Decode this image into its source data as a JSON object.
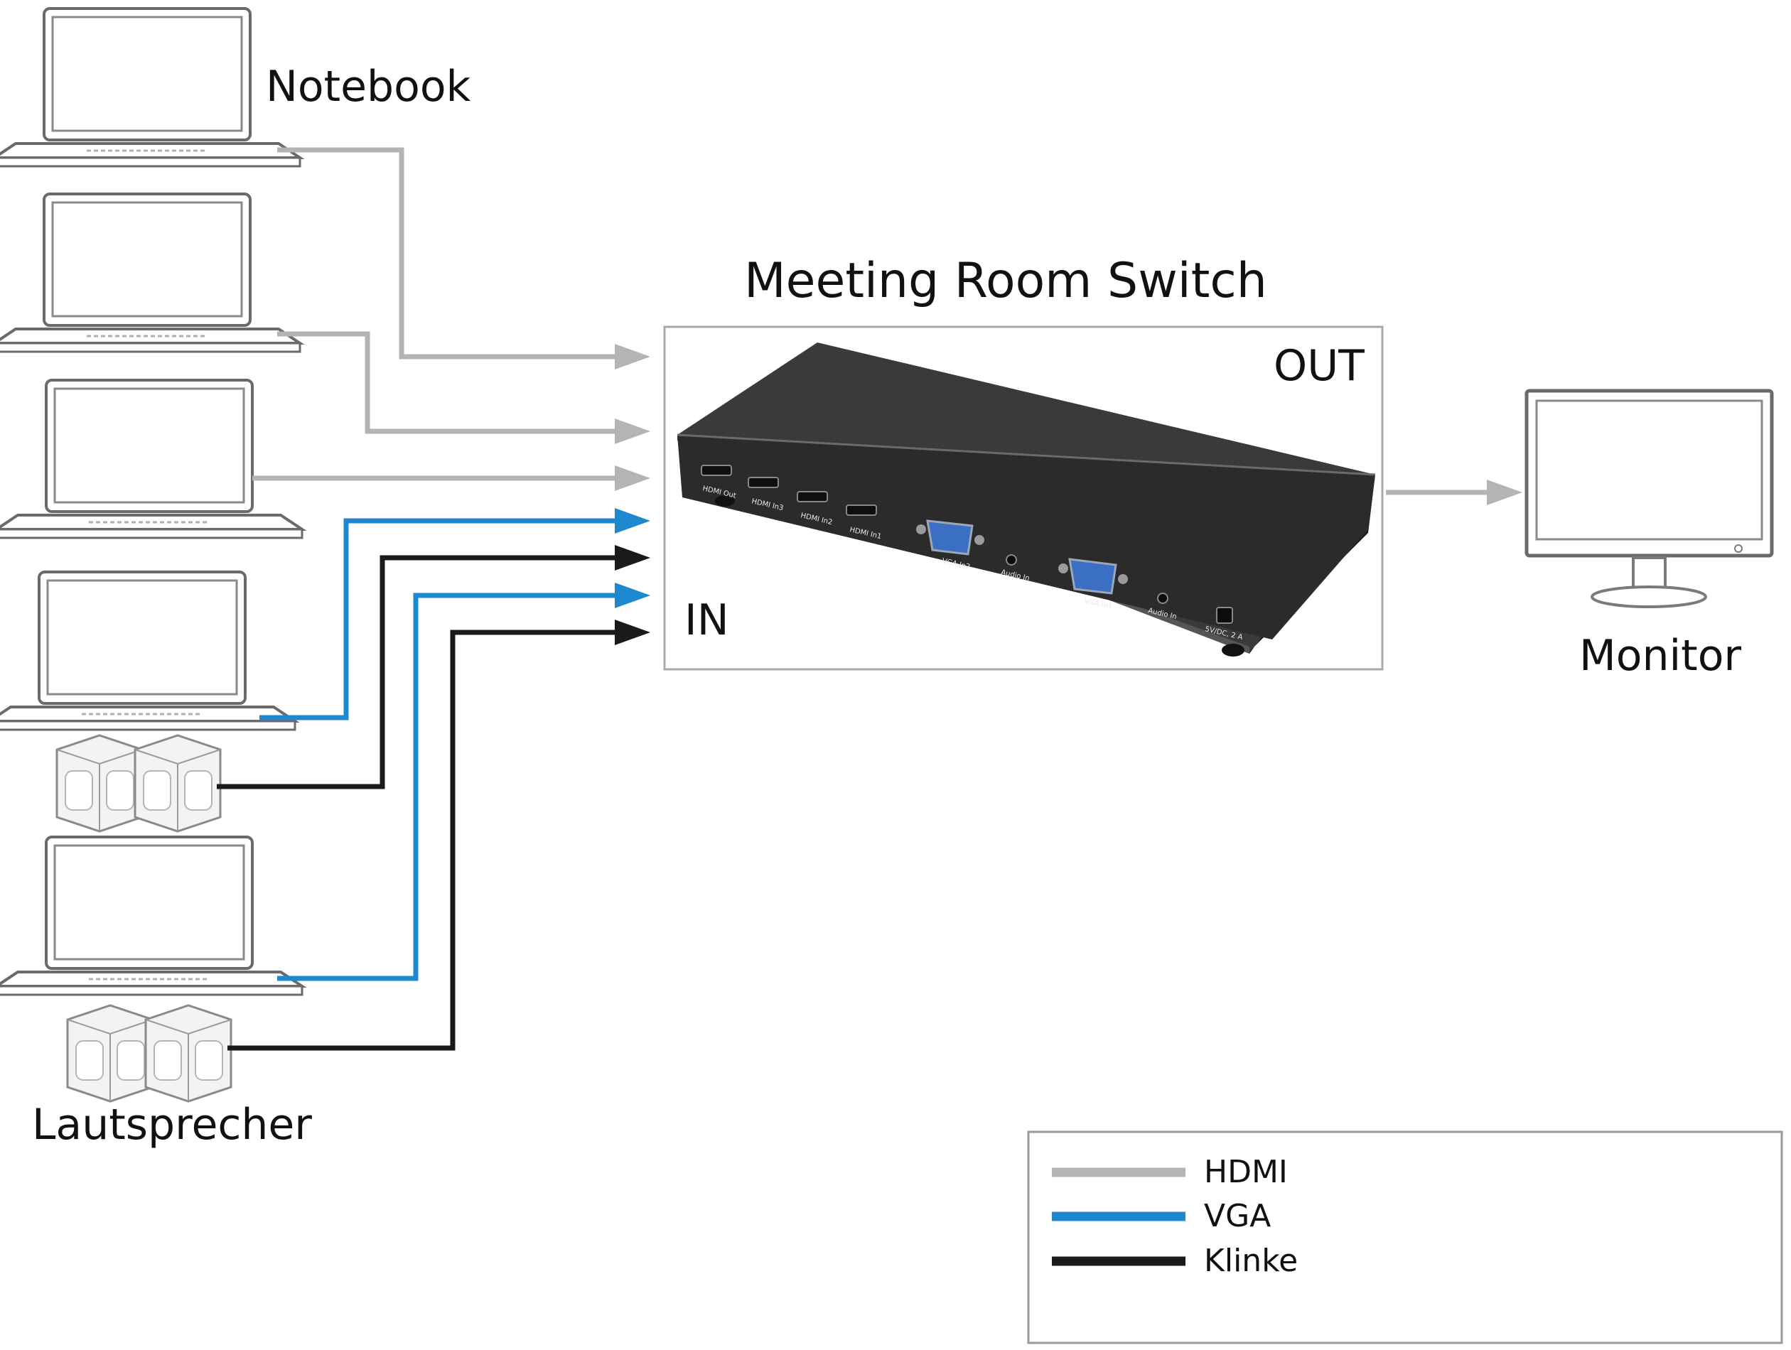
{
  "title": "Meeting Room Switch",
  "labels": {
    "notebook": "Notebook",
    "lautsprecher": "Lautsprecher",
    "monitor": "Monitor",
    "out": "OUT",
    "in": "IN"
  },
  "ports": {
    "hdmi_out": "HDMI Out",
    "hdmi_in3": "HDMI In3",
    "hdmi_in2": "HDMI In2",
    "hdmi_in1": "HDMI In1",
    "vga_in2": "VGA In2",
    "audio_in_1": "Audio In",
    "vga_in1": "VGA In1",
    "audio_in_2": "Audio In",
    "power": "5V/DC, 2 A"
  },
  "legend": {
    "items": [
      {
        "label": "HDMI",
        "color": "#b4b4b4"
      },
      {
        "label": "VGA",
        "color": "#1e88cf"
      },
      {
        "label": "Klinke",
        "color": "#1a1a1a"
      }
    ]
  },
  "colors": {
    "hdmi": "#b4b4b4",
    "vga": "#1e88cf",
    "klinke": "#1a1a1a",
    "device_body": "#2b2b2b",
    "vga_port": "#3a6fc4"
  }
}
